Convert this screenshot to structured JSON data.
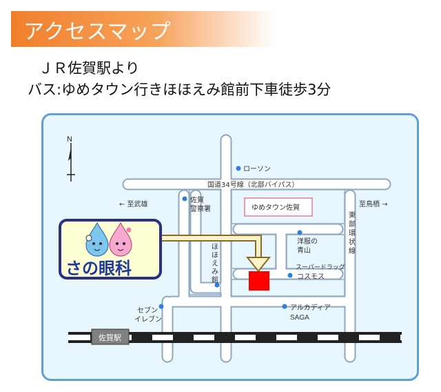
{
  "header": {
    "title": "アクセスマップ"
  },
  "access": {
    "line1": "ＪＲ佐賀駅より",
    "line2": "バス:ゆめタウン行きほほえみ館前下車徒歩3分"
  },
  "map": {
    "north": "N",
    "highway": "国道34号線（北部バイパス）",
    "to_takeo": "← 至武雄",
    "to_tosu": "至鳥栖 →",
    "east_road": [
      "東",
      "部",
      "環",
      "状",
      "線"
    ],
    "lawson": "ローソン",
    "police": [
      "佐賀",
      "警察署"
    ],
    "youme": "ゆめタウン佐賀",
    "yofuku": [
      "洋服の",
      "青山"
    ],
    "cosmos": [
      "スーパードラッグ",
      "コスモス"
    ],
    "hohoemi": [
      "ほ",
      "ほ",
      "え",
      "み",
      "館"
    ],
    "seven": [
      "セブン",
      "イレブン"
    ],
    "arcadia": [
      "アルカディア",
      "SAGA"
    ],
    "station": "佐賀駅",
    "clinic": "さの眼科"
  },
  "colors": {
    "banner": "#f07f2c",
    "map_bg": "#e8f6fd",
    "road": "#ffffff",
    "road_outline": "#8fa7c0",
    "destination": "#ff0000",
    "clinic_text": "#1e3b9c",
    "clinic_box": "#ffffd4",
    "youme_border": "#e27a9a",
    "landmark_dot": "#2f7fd8"
  }
}
